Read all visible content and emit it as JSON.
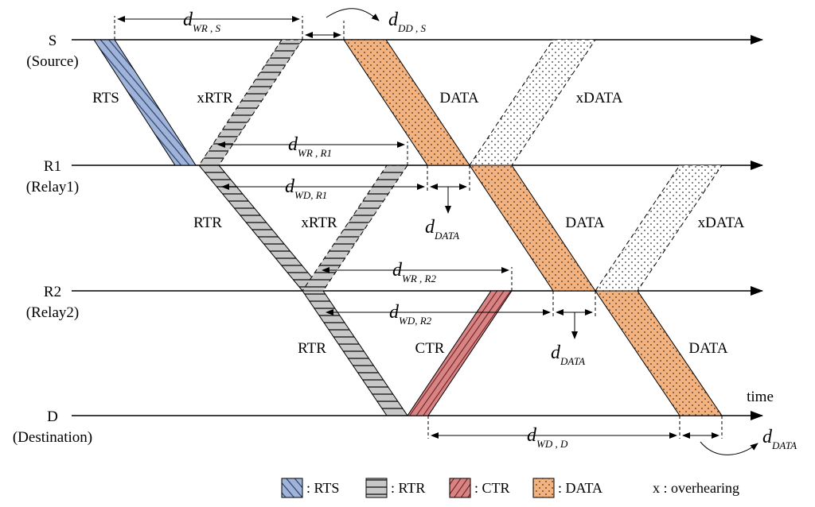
{
  "colors": {
    "rts": "#9fb4d8",
    "rtr": "#c8c8c8",
    "ctr": "#d98484",
    "data": "#f4b27f",
    "line": "#000000"
  },
  "nodes": [
    {
      "id": "S",
      "name": "S",
      "full": "(Source)"
    },
    {
      "id": "R1",
      "name": "R1",
      "full": "(Relay1)"
    },
    {
      "id": "R2",
      "name": "R2",
      "full": "(Relay2)"
    },
    {
      "id": "D",
      "name": "D",
      "full": "(Destination)"
    }
  ],
  "axis_label": "time",
  "frame_labels": {
    "rts": "RTS",
    "xrtr_s": "xRTR",
    "data_s": "DATA",
    "xdata_s": "xDATA",
    "rtr_r1": "RTR",
    "xrtr_r1": "xRTR",
    "data_r1": "DATA",
    "xdata_r1": "xDATA",
    "rtr_r2": "RTR",
    "ctr": "CTR",
    "data_r2": "DATA"
  },
  "delays": {
    "d_wr_s": {
      "main": "d",
      "sub": "WR , S"
    },
    "d_dd_s": {
      "main": "d",
      "sub": "DD , S"
    },
    "d_wr_r1": {
      "main": "d",
      "sub": "WR , R1"
    },
    "d_wd_r1": {
      "main": "d",
      "sub": "WD, R1"
    },
    "d_data_r1": {
      "main": "d",
      "sub": "DATA"
    },
    "d_wr_r2": {
      "main": "d",
      "sub": "WR , R2"
    },
    "d_wd_r2": {
      "main": "d",
      "sub": "WD, R2"
    },
    "d_data_r2": {
      "main": "d",
      "sub": "DATA"
    },
    "d_wd_d": {
      "main": "d",
      "sub": "WD , D"
    },
    "d_data_d": {
      "main": "d",
      "sub": "DATA"
    }
  },
  "legend": {
    "rts": ": RTS",
    "rtr": ": RTR",
    "ctr": ": CTR",
    "data": ": DATA",
    "overhearing": "x : overhearing"
  }
}
